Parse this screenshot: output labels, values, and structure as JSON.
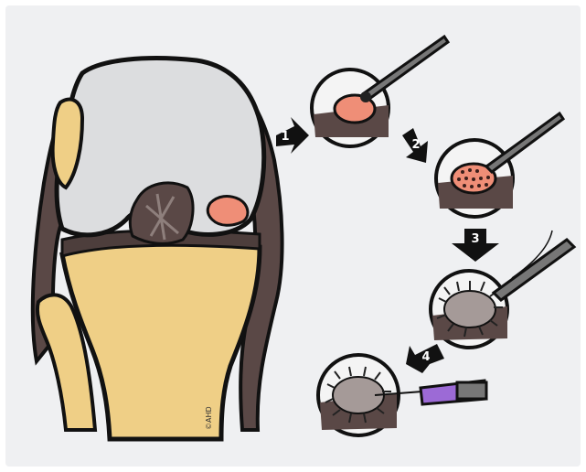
{
  "steps": [
    {
      "number": "1"
    },
    {
      "number": "2"
    },
    {
      "number": "3"
    },
    {
      "number": "4"
    }
  ],
  "watermark": "©AHD",
  "colors": {
    "background": "#eff0f2",
    "femur": "#dcdddf",
    "tibia": "#efcf86",
    "soft_tissue": "#5a4846",
    "defect": "#ef8e77",
    "injector": "#9c6ad6",
    "outline": "#111111"
  }
}
